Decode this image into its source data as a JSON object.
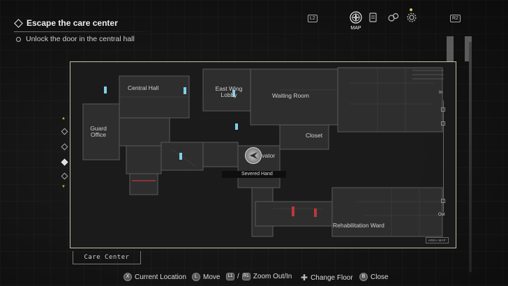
{
  "objective": {
    "title": "Escape the care center",
    "subtitle": "Unlock the door in the central hall"
  },
  "top_menu": {
    "left_button": "L2",
    "right_button": "R2",
    "active_label": "MAP",
    "icons": [
      "map-compass-icon",
      "files-icon",
      "inventory-icon",
      "gear-icon"
    ]
  },
  "map": {
    "area_name": "Care Center",
    "area_map_tag": "AREA MAP",
    "zoom_in_label": "In",
    "zoom_out_label": "Out",
    "rooms": [
      {
        "id": "central-hall",
        "label": "Central Hall"
      },
      {
        "id": "east-wing-lobby",
        "label": "East Wing Lobby"
      },
      {
        "id": "waiting-room",
        "label": "Waiting Room"
      },
      {
        "id": "guard-office",
        "label": "Guard Office"
      },
      {
        "id": "closet",
        "label": "Closet"
      },
      {
        "id": "elevator",
        "label": "Elevator"
      },
      {
        "id": "rehabilitation-ward",
        "label": "Rehabilitation Ward"
      }
    ],
    "item_label": "Severed Hand",
    "colors": {
      "unlocked_door": "#7fd0e6",
      "locked_door": "#c0363a",
      "frame": "#c8c0a8"
    }
  },
  "controls": [
    {
      "button": "X",
      "label": "Current Location"
    },
    {
      "button": "L",
      "label": "Move"
    },
    {
      "button": "L1",
      "label": ""
    },
    {
      "button": "R1",
      "label": "Zoom Out/In"
    },
    {
      "button": "D-pad",
      "label": "Change Floor"
    },
    {
      "button": "B",
      "label": "Close"
    }
  ]
}
